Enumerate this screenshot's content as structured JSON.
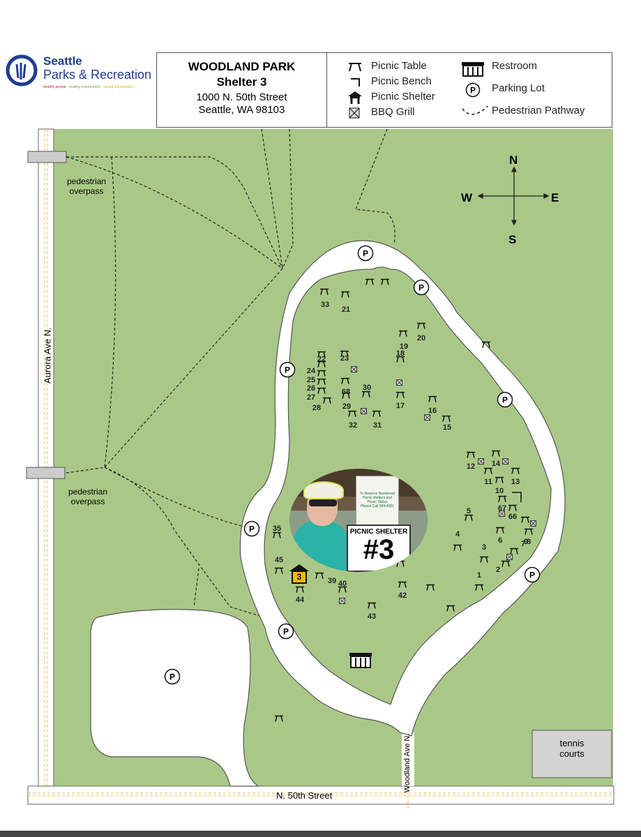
{
  "logo": {
    "line1": "Seattle",
    "line2": "Parks & Recreation",
    "tagline": [
      "healthy people",
      "healthy environment",
      "strong communities"
    ],
    "tagline_colors": [
      "#d11f2a",
      "#6ba539",
      "#f2a900"
    ]
  },
  "header": {
    "park": "WOODLAND PARK",
    "shelter": "Shelter 3",
    "address1": "1000 N. 50th Street",
    "address2": "Seattle, WA 98103"
  },
  "legend": {
    "picnic_table": "Picnic Table",
    "picnic_bench": "Picnic Bench",
    "picnic_shelter": "Picnic Shelter",
    "bbq_grill": "BBQ Grill",
    "restroom": "Restroom",
    "parking": "Parking Lot",
    "pathway": "Pedestrian Pathway"
  },
  "compass": {
    "n": "N",
    "s": "S",
    "e": "E",
    "w": "W"
  },
  "labels": {
    "aurora": "Aurora Ave N.",
    "overpass_a": "pedestrian",
    "overpass_b": "overpass",
    "woodland": "Woodland Ave N.",
    "n50": "N. 50th Street",
    "tennis_a": "tennis",
    "tennis_b": "courts",
    "parking_symbol": "P",
    "shelter_number": "3"
  },
  "photo": {
    "sign_title": "PICNIC SHELTER",
    "sign_number": "#3",
    "notice_lines": [
      "To Reserve Numbered",
      "Picnic shelters and",
      "Picnic Tables",
      "Please Call 684-4081"
    ]
  },
  "tables": [
    "33",
    "21",
    "19",
    "20",
    "22",
    "23",
    "24",
    "25",
    "26",
    "27",
    "28",
    "68",
    "29",
    "30",
    "18",
    "17",
    "16",
    "15",
    "31",
    "32",
    "12",
    "14",
    "11",
    "10",
    "13",
    "67",
    "66",
    "9",
    "5",
    "6",
    "8",
    "4",
    "7",
    "3",
    "2",
    "1",
    "35",
    "45",
    "44",
    "39",
    "40",
    "42",
    "43"
  ],
  "colors": {
    "grass": "#a9c887",
    "road": "#f2f2f2",
    "road_edge": "#555555",
    "shelter_yellow": "#f5b800",
    "tennis": "#d3d3d3"
  }
}
